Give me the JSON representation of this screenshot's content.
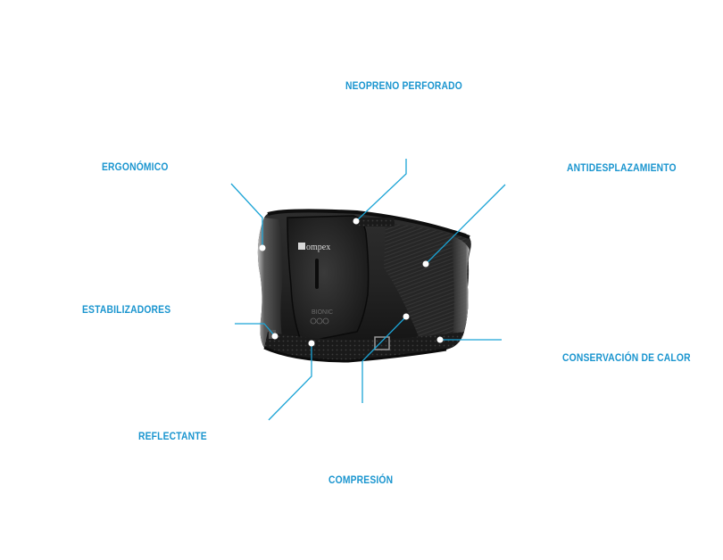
{
  "product": {
    "brand_text": "ompex",
    "model_text": "BIONIC",
    "colors": {
      "accent": "#1a95cf",
      "line": "#1ba4d6",
      "belt_dark": "#1c1c1c",
      "belt_mid": "#2b2b2b",
      "background": "#ffffff"
    }
  },
  "callouts": [
    {
      "id": "neopreno",
      "label": "NEOPRENO PERFORADO"
    },
    {
      "id": "ergonomico",
      "label": "ERGONÓMICO"
    },
    {
      "id": "antidesplazamiento",
      "label": "ANTIDESPLAZAMIENTO"
    },
    {
      "id": "estabilizadores",
      "label": "ESTABILIZADORES"
    },
    {
      "id": "conservacion",
      "label": "CONSERVACIÓN DE CALOR"
    },
    {
      "id": "reflectante",
      "label": "REFLECTANTE"
    },
    {
      "id": "compresion",
      "label": "COMPRESIÓN"
    }
  ]
}
